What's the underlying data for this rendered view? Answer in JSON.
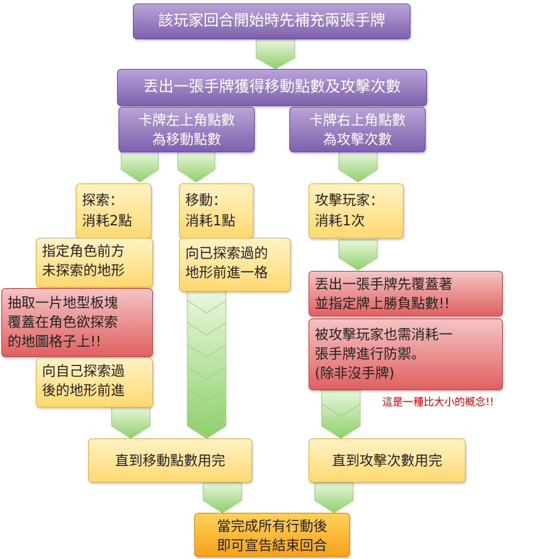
{
  "flow": {
    "start": "該玩家回合開始時先補充兩張手牌",
    "play_card": "丟出一張手牌獲得移動點數及攻擊次數",
    "move_points": "卡牌左上角點數\n為移動點數",
    "attack_points": "卡牌右上角點數\n為攻擊次數",
    "explore": "探索：\n消耗2點",
    "explore_step1": "指定角色前方\n未探索的地形",
    "explore_step2": "抽取一片地型板塊\n覆蓋在角色欲探索\n的地圖格子上!!",
    "explore_step3": "向自己探索過\n後的地形前進",
    "move": "移動：\n消耗1點",
    "move_step1": "向已探索過的\n地形前進一格",
    "attack": "攻擊玩家：\n消耗1次",
    "attack_step1": "丟出一張手牌先覆蓋著\n並指定牌上勝負點數!!",
    "attack_step2": "被攻擊玩家也需消耗一\n張手牌進行防禦。\n(除非沒手牌)",
    "attack_note": "這是一種比大小的概念!!",
    "until_move_done": "直到移動點數用完",
    "until_attack_done": "直到攻擊次數用完",
    "end": "當完成所有行動後\n即可宣告結束回合"
  },
  "colors": {
    "purple_box": "#8f73bd",
    "yellow_box": "#ffe08a",
    "red_box": "#e47272",
    "orange_box": "#fbb32c",
    "arrow": "#8ed06a",
    "note_text": "#e00000"
  }
}
